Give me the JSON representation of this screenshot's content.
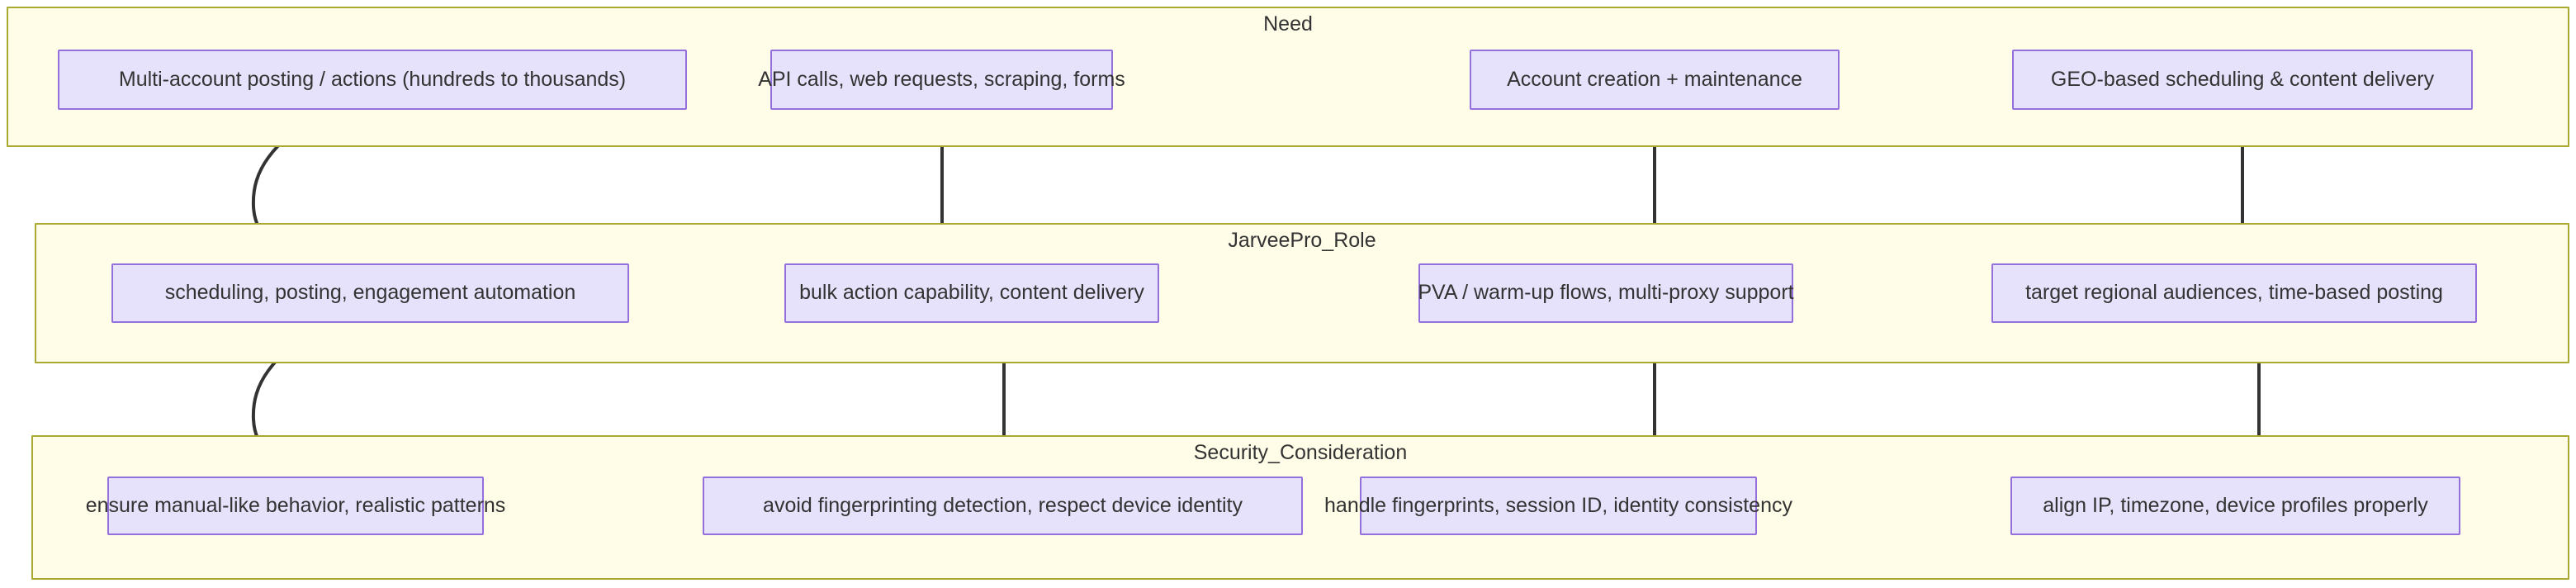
{
  "diagram": {
    "type": "flowchart",
    "orientation": "top-down",
    "colors": {
      "subgraph_fill": "#fffce8",
      "subgraph_stroke": "#aaaa33",
      "node_fill": "#e7e2fb",
      "node_stroke": "#9370db",
      "edge_stroke": "#333333",
      "text": "#333333",
      "background": "#ffffff"
    },
    "subgraphs": [
      {
        "id": "need",
        "label": "Need"
      },
      {
        "id": "jarveepro_role",
        "label": "JarveePro_Role"
      },
      {
        "id": "security_consideration",
        "label": "Security_Consideration"
      }
    ],
    "nodes": {
      "need": [
        {
          "id": "need-1",
          "label": "Multi-account posting / actions (hundreds to thousands)"
        },
        {
          "id": "need-2",
          "label": "API calls, web requests, scraping, forms"
        },
        {
          "id": "need-3",
          "label": "Account creation + maintenance"
        },
        {
          "id": "need-4",
          "label": "GEO-based scheduling & content delivery"
        }
      ],
      "role": [
        {
          "id": "role-1",
          "label": "scheduling, posting, engagement automation"
        },
        {
          "id": "role-2",
          "label": "bulk action capability, content delivery"
        },
        {
          "id": "role-3",
          "label": "PVA / warm-up flows, multi-proxy support"
        },
        {
          "id": "role-4",
          "label": "target regional audiences, time-based posting"
        }
      ],
      "security": [
        {
          "id": "sec-1",
          "label": "ensure manual-like behavior, realistic patterns"
        },
        {
          "id": "sec-2",
          "label": "avoid fingerprinting detection, respect device identity"
        },
        {
          "id": "sec-3",
          "label": "handle fingerprints, session ID, identity consistency"
        },
        {
          "id": "sec-4",
          "label": "align IP, timezone, device profiles properly"
        }
      ]
    },
    "edges": [
      {
        "from": "need-1",
        "to": "role-1",
        "style": "curved"
      },
      {
        "from": "need-2",
        "to": "role-2",
        "style": "straight"
      },
      {
        "from": "need-3",
        "to": "role-3",
        "style": "straight"
      },
      {
        "from": "need-4",
        "to": "role-4",
        "style": "straight"
      },
      {
        "from": "role-1",
        "to": "sec-1",
        "style": "curved"
      },
      {
        "from": "role-2",
        "to": "sec-2",
        "style": "straight"
      },
      {
        "from": "role-3",
        "to": "sec-3",
        "style": "straight"
      },
      {
        "from": "role-4",
        "to": "sec-4",
        "style": "straight"
      }
    ]
  }
}
